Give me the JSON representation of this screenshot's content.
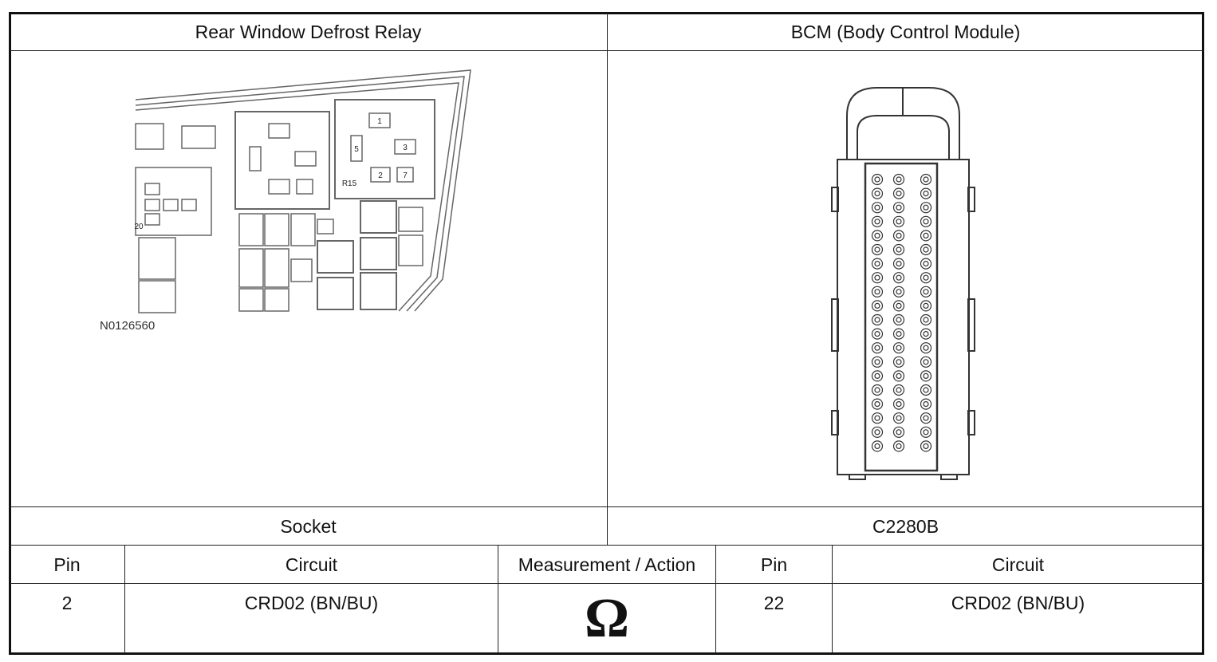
{
  "header": {
    "left_title": "Rear Window Defrost Relay",
    "right_title": "BCM (Body Control Module)"
  },
  "relay_diagram": {
    "figure_code": "N0126560",
    "relay_label": "R15",
    "terminals": [
      "1",
      "5",
      "3",
      "2",
      "7"
    ],
    "side_label": "20"
  },
  "connector_labels": {
    "left": "Socket",
    "right": "C2280B"
  },
  "table": {
    "headers": [
      "Pin",
      "Circuit",
      "Measurement / Action",
      "Pin",
      "Circuit"
    ],
    "rows": [
      {
        "pin_a": "2",
        "circuit_a": "CRD02 (BN/BU)",
        "action": "Ω",
        "pin_b": "22",
        "circuit_b": "CRD02 (BN/BU)"
      }
    ]
  }
}
